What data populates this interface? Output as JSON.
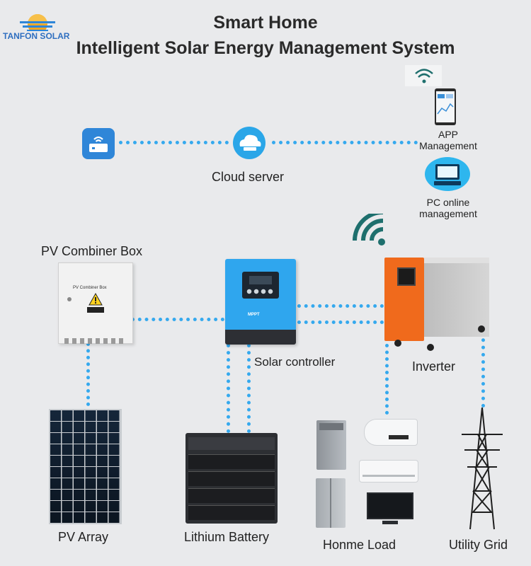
{
  "brand": {
    "name": "TANFON SOLAR"
  },
  "title": {
    "line1": "Smart Home",
    "line2": "Intelligent Solar Energy Management System"
  },
  "nodes": {
    "cloud_server": "Cloud server",
    "app_management": [
      "APP",
      "Management"
    ],
    "pc_management": [
      "PC online",
      "management"
    ],
    "combiner_box": "PV Combiner Box",
    "solar_controller": "Solar controller",
    "inverter": "Inverter",
    "pv_array": "PV Array",
    "lithium_battery": "Lithium Battery",
    "home_load": "Honme Load",
    "utility_grid": "Utility Grid"
  },
  "device_text": {
    "combiner_box_plate": "PV Combiner Box",
    "controller_brand": "MPPT"
  },
  "colors": {
    "link": "#35a9ee",
    "router_icon_bg": "#2f86d8",
    "cloud_icon_bg": "#2aa6e8",
    "pc_icon_bg": "#2eb6ee",
    "controller_face": "#2fa6ee",
    "inverter_orange": "#f06a1c",
    "inverter_gray": "#c9c9c9",
    "wifi_teal": "#1e6f6d"
  }
}
